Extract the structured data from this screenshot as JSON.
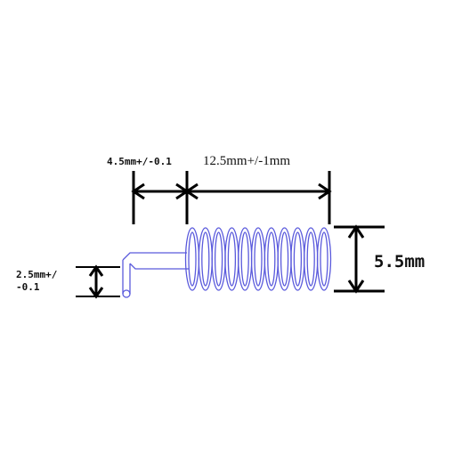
{
  "diagram": {
    "dimensions": {
      "lead_length": "4.5mm+/-0.1",
      "coil_length": "12.5mm+/-1mm",
      "coil_diameter": "5.5mm",
      "wire_diameter_line1": "2.5mm+/",
      "wire_diameter_line2": "-0.1"
    },
    "colors": {
      "spring": "#5a5adc",
      "dimension": "#000000"
    }
  }
}
